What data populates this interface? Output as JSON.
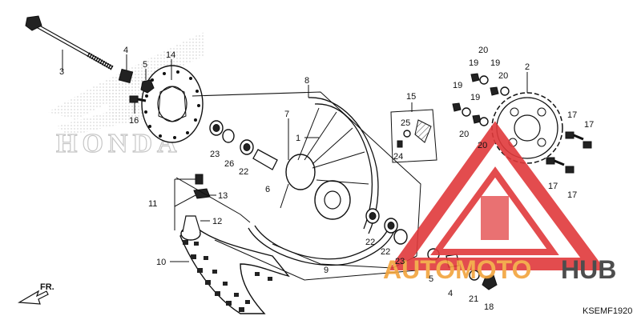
{
  "diagram_code": "KSEMF1920",
  "direction_label": "FR.",
  "brand_watermark": "HONDA",
  "overlay_logo": {
    "text_1": "AUTOMOTO",
    "text_2": "HUB",
    "color_red": "#e0393b",
    "color_orange": "#f2a43c",
    "color_dark": "#3a3a3a"
  },
  "callouts": [
    {
      "id": "c1",
      "label": "1"
    },
    {
      "id": "c2",
      "label": "2"
    },
    {
      "id": "c3",
      "label": "3"
    },
    {
      "id": "c4a",
      "label": "4"
    },
    {
      "id": "c4b",
      "label": "4"
    },
    {
      "id": "c5a",
      "label": "5"
    },
    {
      "id": "c5b",
      "label": "5"
    },
    {
      "id": "c6",
      "label": "6"
    },
    {
      "id": "c7",
      "label": "7"
    },
    {
      "id": "c8",
      "label": "8"
    },
    {
      "id": "c9",
      "label": "9"
    },
    {
      "id": "c10",
      "label": "10"
    },
    {
      "id": "c11",
      "label": "11"
    },
    {
      "id": "c12",
      "label": "12"
    },
    {
      "id": "c13",
      "label": "13"
    },
    {
      "id": "c14",
      "label": "14"
    },
    {
      "id": "c15",
      "label": "15"
    },
    {
      "id": "c16",
      "label": "16"
    },
    {
      "id": "c17a",
      "label": "17"
    },
    {
      "id": "c17b",
      "label": "17"
    },
    {
      "id": "c17c",
      "label": "17"
    },
    {
      "id": "c17d",
      "label": "17"
    },
    {
      "id": "c18",
      "label": "18"
    },
    {
      "id": "c19a",
      "label": "19"
    },
    {
      "id": "c19b",
      "label": "19"
    },
    {
      "id": "c19c",
      "label": "19"
    },
    {
      "id": "c19d",
      "label": "19"
    },
    {
      "id": "c20a",
      "label": "20"
    },
    {
      "id": "c20b",
      "label": "20"
    },
    {
      "id": "c20c",
      "label": "20"
    },
    {
      "id": "c20d",
      "label": "20"
    },
    {
      "id": "c21",
      "label": "21"
    },
    {
      "id": "c22a",
      "label": "22"
    },
    {
      "id": "c22b",
      "label": "22"
    },
    {
      "id": "c22c",
      "label": "22"
    },
    {
      "id": "c23a",
      "label": "23"
    },
    {
      "id": "c23b",
      "label": "23"
    },
    {
      "id": "c24",
      "label": "24"
    },
    {
      "id": "c25",
      "label": "25"
    },
    {
      "id": "c26",
      "label": "26"
    }
  ]
}
